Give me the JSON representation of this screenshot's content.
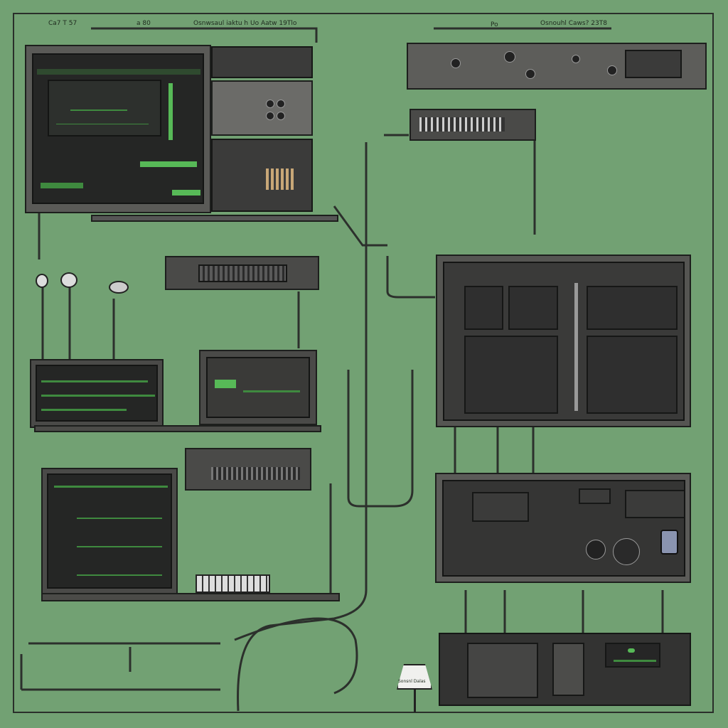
{
  "header": {
    "left_labels": [
      "Ca7 T 57",
      "a 80",
      "Osnwsaul iaktu h Uo Aatw 19Tlo"
    ],
    "right_labels": [
      "Po",
      "Osnouhl Caws? 23T8"
    ]
  },
  "lamp": {
    "label": "Sonsnl Dalas"
  },
  "colors": {
    "background": "#72a173",
    "screen_green": "#57b957",
    "device_dark": "#3b3b3a"
  }
}
